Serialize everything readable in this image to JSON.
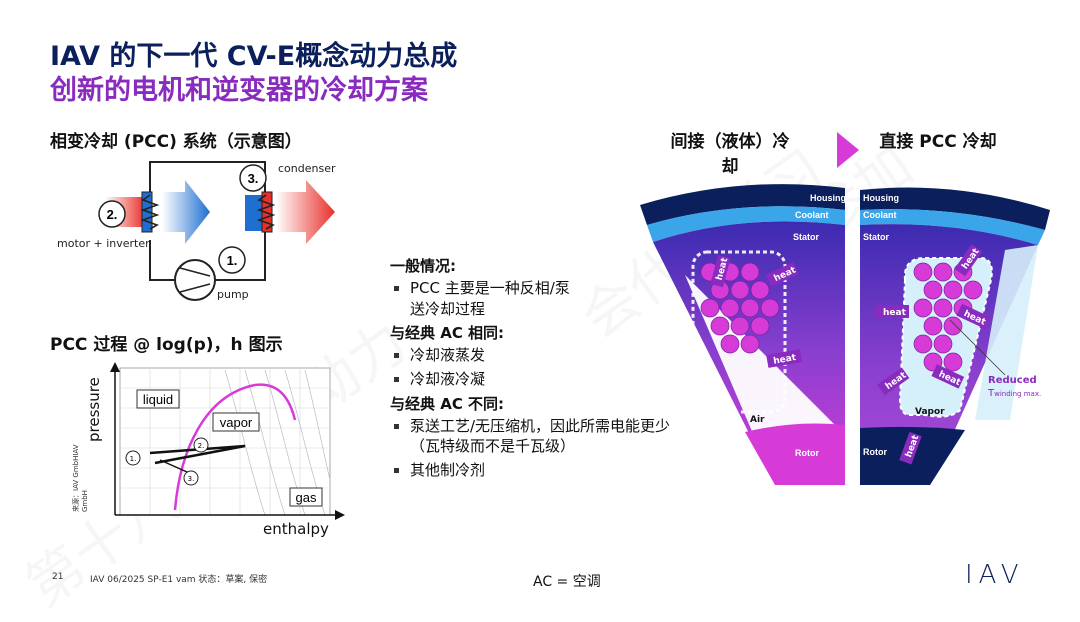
{
  "title": {
    "line1": "IAV 的下一代 CV-E概念动力总成",
    "line2": "创新的电机和逆变器的冷却方案"
  },
  "pcc_system": {
    "heading": "相变冷却 (PCC) 系统（示意图）",
    "labels": {
      "num2": "2.",
      "num3": "3.",
      "num1": "1.",
      "condenser": "condenser",
      "motor_inverter": "motor + inverter",
      "pump": "pump"
    }
  },
  "ph_diagram": {
    "heading": "PCC 过程 @ log(p)，h 图示",
    "y_label": "pressure",
    "x_label": "enthalpy",
    "regions": {
      "liquid": "liquid",
      "vapor": "vapor",
      "gas": "gas"
    },
    "points": [
      "1.",
      "2.",
      "3."
    ],
    "source": "来源：IAV GmbHIAV GmbH"
  },
  "bullets": {
    "general_heading": "一般情况:",
    "general_items": [
      "PCC 主要是一种反相/泵送冷却过程"
    ],
    "same_heading": "与经典 AC 相同:",
    "same_items": [
      "冷却液蒸发",
      "冷却液冷凝"
    ],
    "diff_heading": "与经典 AC 不同:",
    "diff_items": [
      "泵送工艺/无压缩机，因此所需电能更少（瓦特级而不是千瓦级）",
      "其他制冷剂"
    ]
  },
  "cooling": {
    "indirect_heading": "间接（液体）冷却",
    "direct_heading": "直接 PCC 冷却",
    "left": {
      "housing": "Housing",
      "coolant": "Coolant",
      "stator": "Stator",
      "air": "Air",
      "rotor": "Rotor",
      "heat": "heat"
    },
    "right": {
      "housing": "Housing",
      "coolant": "Coolant",
      "stator": "Stator",
      "vapor": "Vapor",
      "rotor": "Rotor",
      "heat": "heat",
      "reduced": "Reduced",
      "twinding": "T",
      "twinding_sub": "winding max."
    }
  },
  "footer": {
    "page": "21",
    "meta": "IAV  06/2025  SP-E1  vam  状态：草案, 保密",
    "ac_note": "AC = 空调",
    "logo": "IAV"
  },
  "watermark": {
    "line1": "仅供参加",
    "line2": "第十八届汽车动力",
    "line3": "会代表学习"
  },
  "colors": {
    "navy": "#0b1f5c",
    "purple": "#8a2bbf",
    "magenta": "#d63bd8",
    "red": "#e8302a",
    "blue": "#1f6fd1"
  },
  "icons": [
    "pump-icon",
    "resistor-icon",
    "arrow-right-icon"
  ]
}
